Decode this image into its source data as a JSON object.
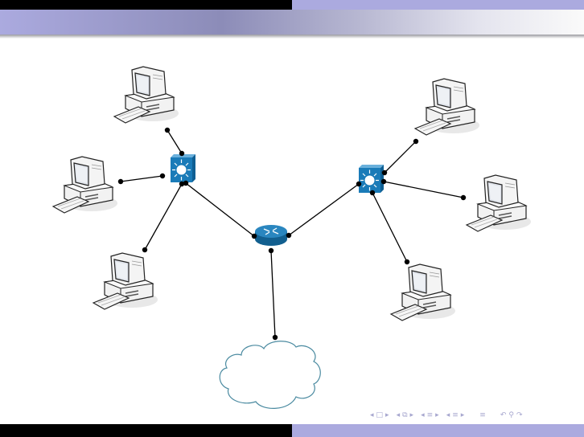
{
  "slide": {
    "title": "",
    "theme_colors": {
      "header_dark": "#000000",
      "header_light": "#abaadf",
      "device_blue": "#1a7bb8",
      "cloud_stroke": "#4a8aa0"
    }
  },
  "diagram": {
    "nodes": [
      {
        "id": "pc-left-top",
        "type": "computer"
      },
      {
        "id": "pc-left-mid",
        "type": "computer"
      },
      {
        "id": "pc-left-bottom",
        "type": "computer"
      },
      {
        "id": "switch-left",
        "type": "layer3-switch"
      },
      {
        "id": "router",
        "type": "router"
      },
      {
        "id": "switch-right",
        "type": "layer3-switch"
      },
      {
        "id": "pc-right-top",
        "type": "computer"
      },
      {
        "id": "pc-right-mid",
        "type": "computer"
      },
      {
        "id": "pc-right-bottom",
        "type": "computer"
      },
      {
        "id": "internet-cloud",
        "type": "cloud"
      }
    ],
    "edges": [
      [
        "pc-left-top",
        "switch-left"
      ],
      [
        "pc-left-mid",
        "switch-left"
      ],
      [
        "pc-left-bottom",
        "switch-left"
      ],
      [
        "switch-left",
        "router"
      ],
      [
        "router",
        "switch-right"
      ],
      [
        "router",
        "internet-cloud"
      ],
      [
        "switch-right",
        "pc-right-top"
      ],
      [
        "switch-right",
        "pc-right-mid"
      ],
      [
        "switch-right",
        "pc-right-bottom"
      ]
    ]
  },
  "navigation": {
    "icons": [
      "prev-arrow",
      "frame-icon",
      "next-arrow",
      "prev-arrow",
      "subsection-icon",
      "next-arrow",
      "prev-arrow",
      "section-icon",
      "next-arrow",
      "prev-arrow",
      "section-icon",
      "next-arrow",
      "toc-icon",
      "back-icon",
      "search-icon",
      "forward-icon"
    ],
    "glyphs": {
      "left": "◂",
      "right": "▸",
      "frame": "□",
      "subsection": "⧉",
      "section": "≡",
      "toc": "≡",
      "back": "↶",
      "search": "⚲",
      "forward": "↷"
    }
  }
}
